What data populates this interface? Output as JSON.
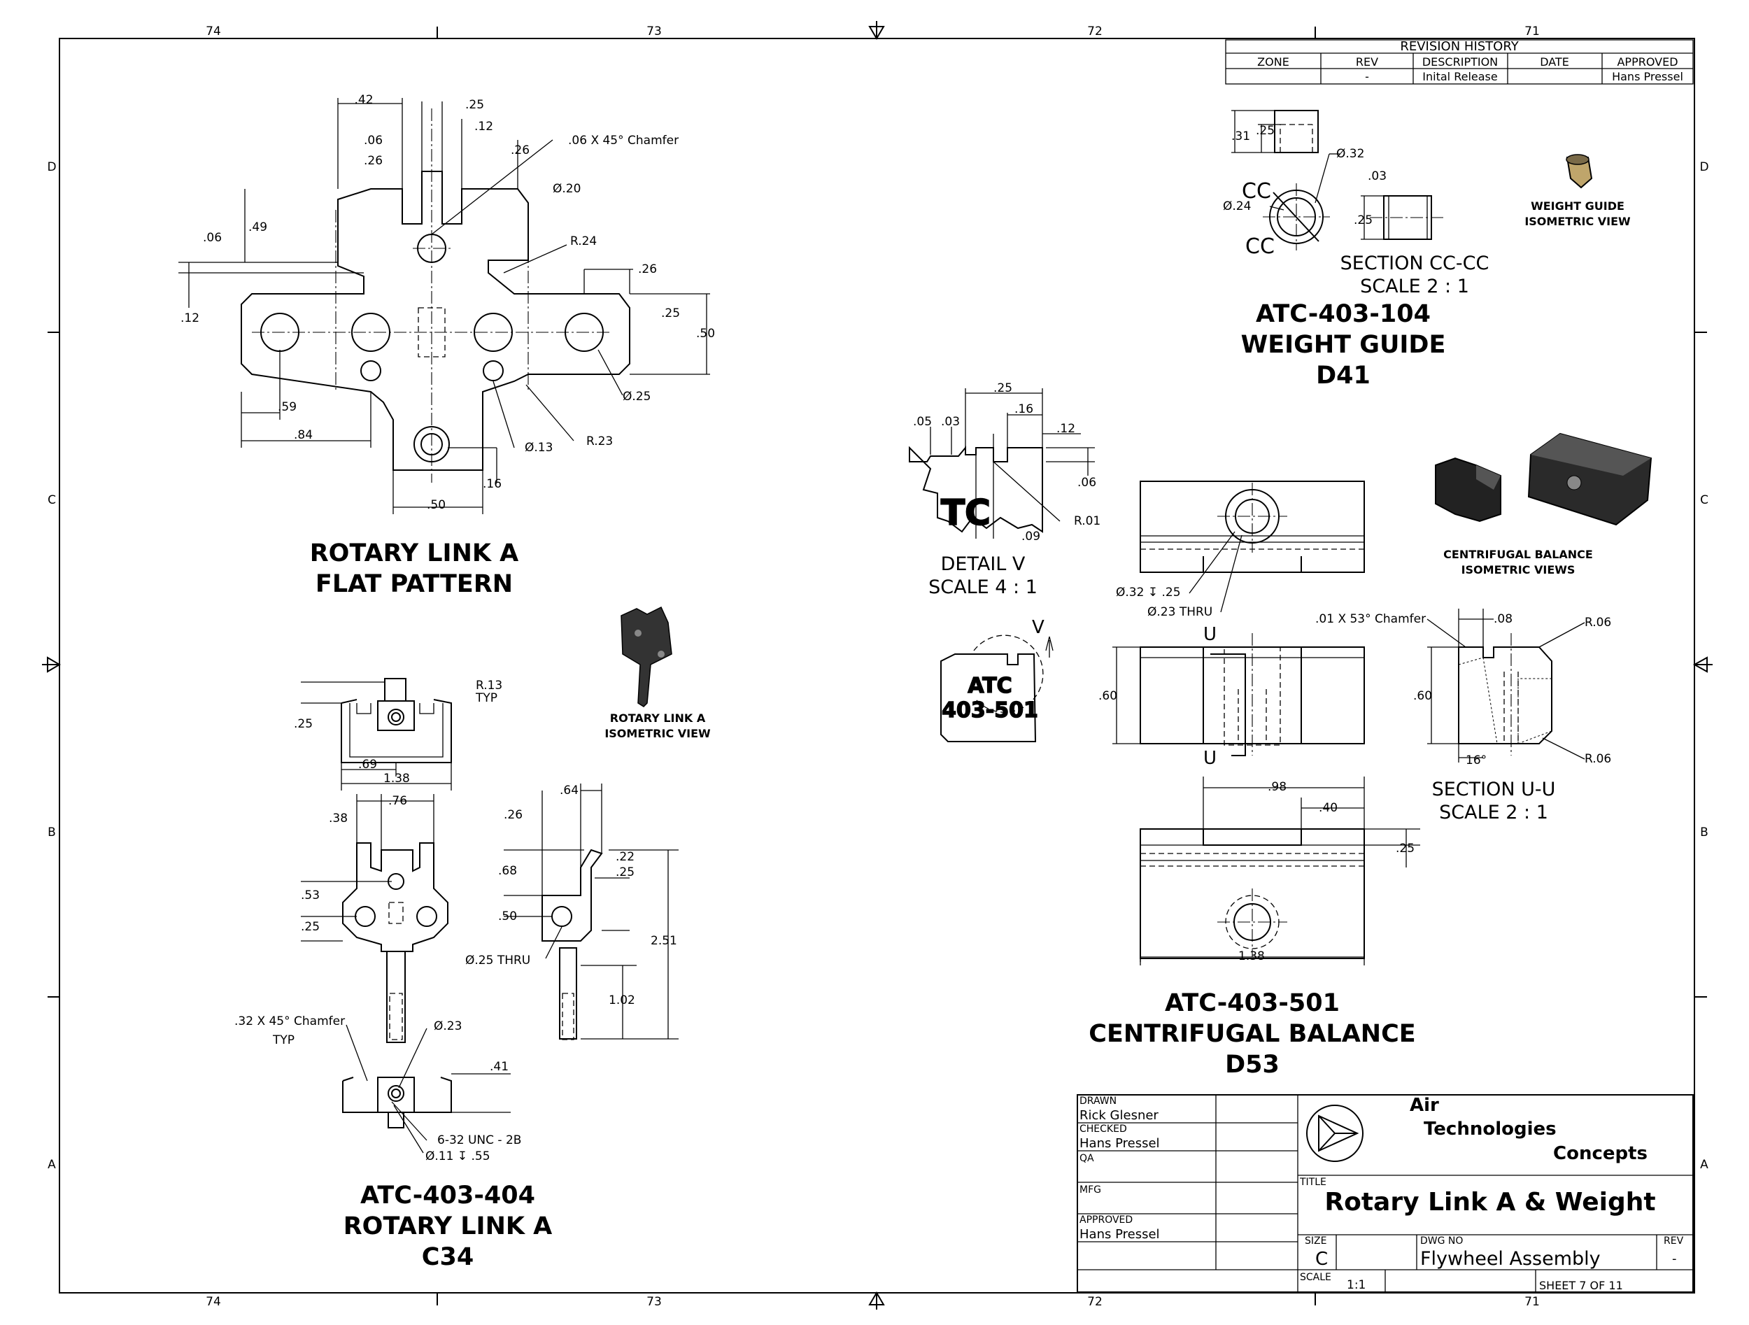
{
  "zone_numbers": [
    "74",
    "73",
    "72",
    "71"
  ],
  "zone_letters": [
    "D",
    "C",
    "B",
    "A"
  ],
  "revision_table": {
    "heading": "REVISION HISTORY",
    "columns": [
      "ZONE",
      "REV",
      "DESCRIPTION",
      "DATE",
      "APPROVED"
    ],
    "row": [
      "",
      "-",
      "Inital Release",
      "",
      "Hans Pressel"
    ]
  },
  "views": {
    "flat_pattern": {
      "title1": "ROTARY LINK A",
      "title2": "FLAT PATTERN",
      "dims": [
        ".42",
        ".25",
        ".06",
        ".12",
        ".26",
        ".26",
        ".06 X 45° Chamfer",
        "Ø.20",
        ".49",
        ".06",
        ".12",
        "R.24",
        ".26",
        ".25",
        ".50",
        ".59",
        ".84",
        "Ø.25",
        "Ø.13",
        "R.23",
        ".16",
        ".50"
      ]
    },
    "rotary_link_iso": {
      "label1": "ROTARY LINK A",
      "label2": "ISOMETRIC VIEW"
    },
    "rotary_link": {
      "title1": "ATC-403-404",
      "title2": "ROTARY LINK A",
      "title3": "C34",
      "dims": [
        "R.13",
        "TYP",
        ".25",
        ".69",
        "1.38",
        ".76",
        ".38",
        ".53",
        ".25",
        ".26",
        ".64",
        ".68",
        ".22",
        ".25",
        ".50",
        "Ø.25 THRU",
        "2.51",
        "1.02",
        ".32 X 45° Chamfer",
        "TYP",
        "Ø.23",
        ".41",
        "6-32 UNC - 2B",
        "Ø.11 ↧ .55"
      ]
    },
    "weight_guide": {
      "title1": "ATC-403-104",
      "title2": "WEIGHT GUIDE",
      "title3": "D41",
      "section_label": "SECTION  CC-CC",
      "section_scale": "SCALE 2 : 1",
      "iso1": "WEIGHT GUIDE",
      "iso2": "ISOMETRIC VIEW",
      "dims": [
        ".31",
        ".25",
        "Ø.32",
        "CC",
        "Ø.24",
        "CC",
        ".03",
        ".25"
      ]
    },
    "detail_v": {
      "label": "DETAIL  V",
      "scale": "SCALE 4 : 1",
      "callout": "V",
      "stamp1": "ATC",
      "stamp2": "403-501",
      "dims": [
        ".25",
        ".05",
        ".03",
        ".16",
        ".12",
        ".06",
        "R.01",
        ".09"
      ]
    },
    "centrifugal": {
      "title1": "ATC-403-501",
      "title2": "CENTRIFUGAL BALANCE",
      "title3": "D53",
      "iso1": "CENTRIFUGAL BALANCE",
      "iso2": "ISOMETRIC VIEWS",
      "section_label": "SECTION  U-U",
      "section_scale": "SCALE 2 : 1",
      "dims": [
        "Ø.32 ↧ .25",
        "Ø.23 THRU",
        "U",
        ".60",
        "U",
        ".01 X 53° Chamfer",
        ".08",
        "R.06",
        ".60",
        "16°",
        "R.06",
        ".98",
        ".40",
        ".25",
        "1.38"
      ]
    }
  },
  "title_block": {
    "drawn_label": "DRAWN",
    "drawn": "Rick Glesner",
    "checked_label": "CHECKED",
    "checked": "Hans Pressel",
    "qa_label": "QA",
    "mfg_label": "MFG",
    "approved_label": "APPROVED",
    "approved": "Hans Pressel",
    "company1": "Air",
    "company2": "Technologies",
    "company3": "Concepts",
    "title_label": "TITLE",
    "title": "Rotary Link A & Weight",
    "size_label": "SIZE",
    "size": "C",
    "dwgno_label": "DWG NO",
    "dwgno": "Flywheel Assembly",
    "rev_label": "REV",
    "rev": "-",
    "scale_label": "SCALE",
    "scale": "1:1",
    "sheet": "SHEET 7  OF 11"
  }
}
